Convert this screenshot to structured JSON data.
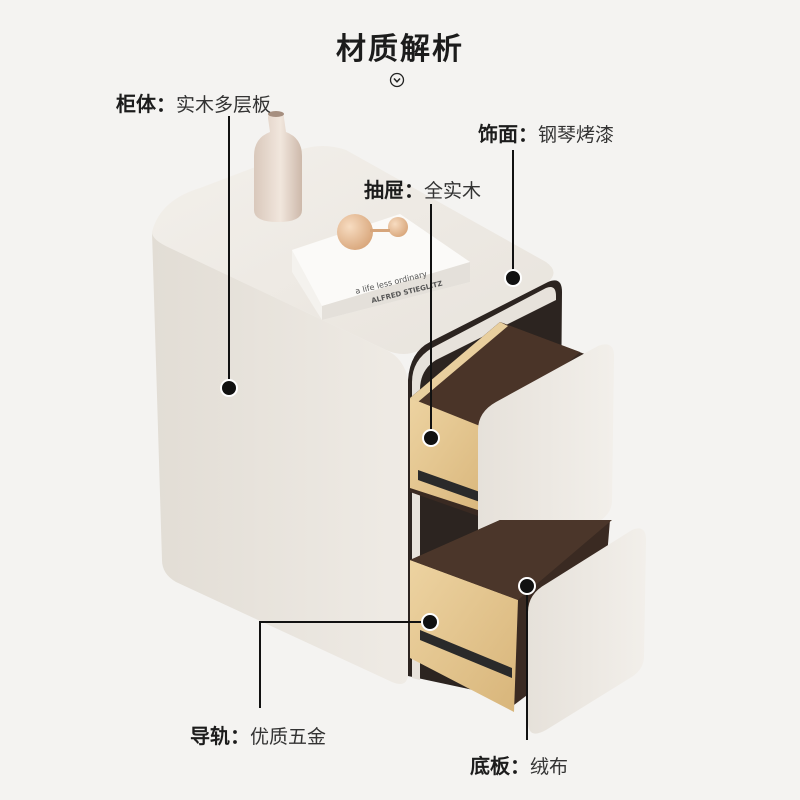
{
  "title": "材质解析",
  "book": {
    "line1": "a life less ordinary",
    "line2": "ALFRED STIEGLITZ"
  },
  "callouts": [
    {
      "key": "柜体",
      "sep": "：",
      "value": "实木多层板"
    },
    {
      "key": "饰面",
      "sep": "：",
      "value": "钢琴烤漆"
    },
    {
      "key": "抽屉",
      "sep": "：",
      "value": "全实木"
    },
    {
      "key": "导轨",
      "sep": "：",
      "value": "优质五金"
    },
    {
      "key": "底板",
      "sep": "：",
      "value": "绒布"
    }
  ],
  "colors": {
    "background": "#f4f3f1",
    "cabinet": "#e9e5de",
    "wood": "#e3c58e",
    "accent": "#111111"
  }
}
